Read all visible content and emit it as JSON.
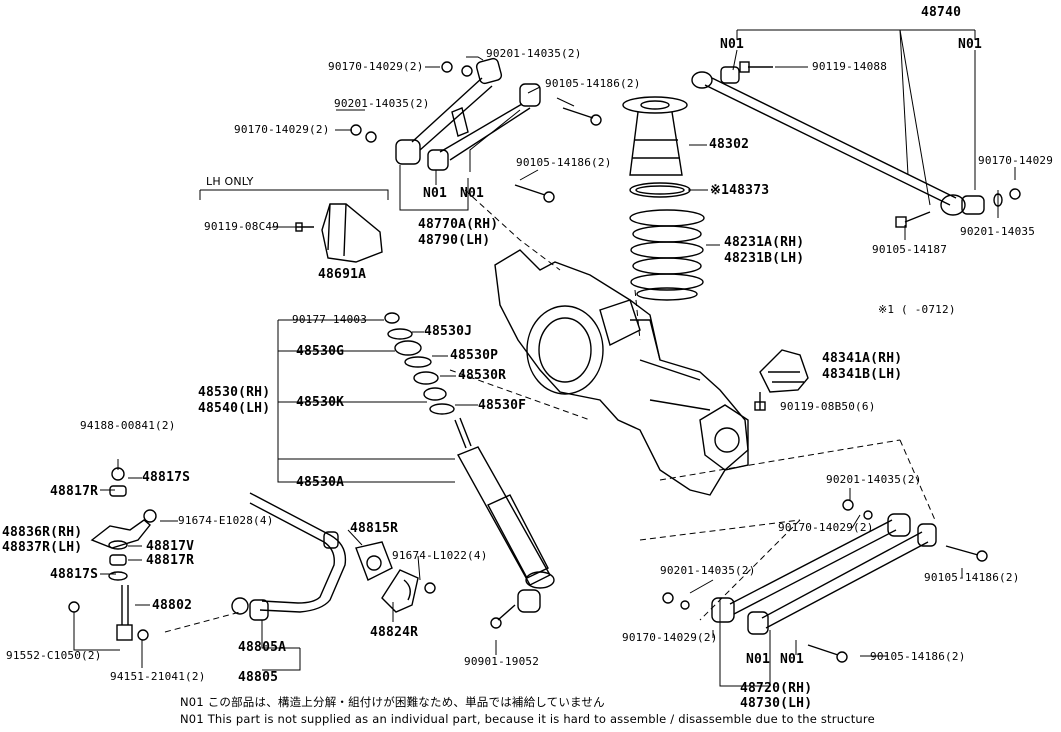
{
  "labels": {
    "p48740": "48740",
    "n01_ur_left": "N01",
    "n01_ur_right": "N01",
    "p90119_14088": "90119-14088",
    "p90170_14029_r": "90170-14029",
    "p90201_14035_r": "90201-14035",
    "p90105_14187": "90105-14187",
    "p90170_14029_tl": "90170-14029(2)",
    "p90201_14035_tl": "90201-14035(2)",
    "p90201_14035_tl2": "90201-14035(2)",
    "p90170_14029_tl2": "90170-14029(2)",
    "p90105_14186_tc": "90105-14186(2)",
    "p90105_14186_tc2": "90105-14186(2)",
    "n01_ul_1": "N01",
    "n01_ul_2": "N01",
    "p48770a": "48770A(RH)",
    "p48790": "48790(LH)",
    "lh_only": "LH ONLY",
    "p90119_08c49": "90119-08C49",
    "p48691a": "48691A",
    "p48302": "48302",
    "p148373": "※148373",
    "p48231a": "48231A(RH)",
    "p48231b": "48231B(LH)",
    "note_x1": "※1 (   -0712)",
    "p48341a": "48341A(RH)",
    "p48341b": "48341B(LH)",
    "p90119_08b50": "90119-08B50(6)",
    "p90177_14003": "90177-14003",
    "p48530j": "48530J",
    "p48530g": "48530G",
    "p48530p": "48530P",
    "p48530r": "48530R",
    "p48530_rh": "48530(RH)",
    "p48540_lh": "48540(LH)",
    "p48530k": "48530K",
    "p48530f": "48530F",
    "p48530a": "48530A",
    "p94188_00841": "94188-00841(2)",
    "p48817s_a": "48817S",
    "p48817r_a": "48817R",
    "p91674_e1028": "91674-E1028(4)",
    "p48836r": "48836R(RH)",
    "p48837r": "48837R(LH)",
    "p48817v": "48817V",
    "p48817r_b": "48817R",
    "p48817s_b": "48817S",
    "p48802": "48802",
    "p91552_c1050": "91552-C1050(2)",
    "p94151_21041": "94151-21041(2)",
    "p48815r": "48815R",
    "p91674_l1022": "91674-L1022(4)",
    "p48824r": "48824R",
    "p48805a": "48805A",
    "p48805": "48805",
    "p90901_19052": "90901-19052",
    "p90201_14035_br": "90201-14035(2)",
    "p90170_14029_br": "90170-14029(2)",
    "p90105_14186_br": "90105-14186(2)",
    "p90201_14035_bl": "90201-14035(2)",
    "p90170_14029_bl": "90170-14029(2)",
    "p90105_14186_bb": "90105-14186(2)",
    "n01_bl_1": "N01",
    "n01_bl_2": "N01",
    "p48720": "48720(RH)",
    "p48730": "48730(LH)"
  },
  "footnotes": {
    "jp": "N01 この部品は、構造上分解・組付けが困難なため、単品では補給していません",
    "en": "N01 This part is not supplied as an individual part, because it is hard to assemble / disassemble due to the structure"
  }
}
